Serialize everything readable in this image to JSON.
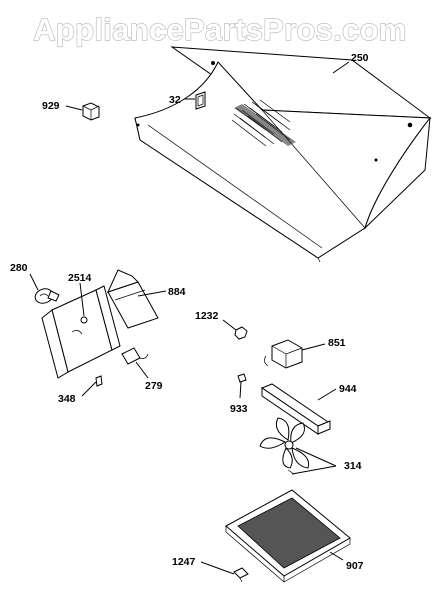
{
  "watermark": "AppliancePartsPros.com",
  "parts": [
    {
      "id": "p250",
      "number": "250"
    },
    {
      "id": "p929",
      "number": "929"
    },
    {
      "id": "p32",
      "number": "32"
    },
    {
      "id": "p280",
      "number": "280"
    },
    {
      "id": "p2514",
      "number": "2514"
    },
    {
      "id": "p884",
      "number": "884"
    },
    {
      "id": "p279",
      "number": "279"
    },
    {
      "id": "p348",
      "number": "348"
    },
    {
      "id": "p1232",
      "number": "1232"
    },
    {
      "id": "p851",
      "number": "851"
    },
    {
      "id": "p944",
      "number": "944"
    },
    {
      "id": "p933",
      "number": "933"
    },
    {
      "id": "p314",
      "number": "314"
    },
    {
      "id": "p907",
      "number": "907"
    },
    {
      "id": "p1247",
      "number": "1247"
    }
  ]
}
